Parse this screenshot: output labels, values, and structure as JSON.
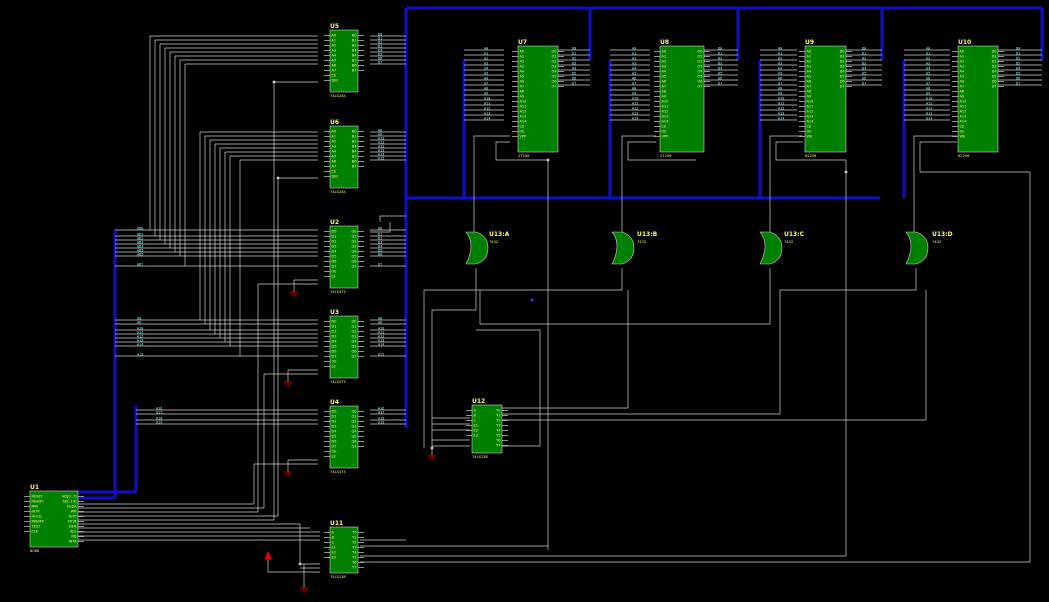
{
  "colors": {
    "background": "#000000",
    "chip": "#008000",
    "bus": "#1010c8",
    "wire": "#cfcfcf",
    "label": "#ffff66",
    "net": "#80ffff",
    "power": "#e00000"
  },
  "chips": [
    {
      "ref": "U5",
      "type": "74LS245",
      "left": [
        "A0",
        "A1",
        "A2",
        "A3",
        "A4",
        "A5",
        "A6",
        "A7",
        "CE",
        "DIR"
      ],
      "right": [
        "B0",
        "B1",
        "B2",
        "B3",
        "B4",
        "B5",
        "B6",
        "B7"
      ]
    },
    {
      "ref": "U6",
      "type": "74LS245",
      "left": [
        "A0",
        "A1",
        "A2",
        "A3",
        "A4",
        "A5",
        "A6",
        "A7",
        "CE",
        "DIR"
      ],
      "right": [
        "B0",
        "B1",
        "B2",
        "B3",
        "B4",
        "B5",
        "B6",
        "B7"
      ]
    },
    {
      "ref": "U2",
      "type": "74LS373",
      "left": [
        "D0",
        "D1",
        "D2",
        "D3",
        "D4",
        "D5",
        "D6",
        "D7",
        "OE",
        "LE"
      ],
      "right": [
        "Q0",
        "Q1",
        "Q2",
        "Q3",
        "Q4",
        "Q5",
        "Q6",
        "Q7"
      ]
    },
    {
      "ref": "U3",
      "type": "74LS373",
      "left": [
        "D0",
        "D1",
        "D2",
        "D3",
        "D4",
        "D5",
        "D6",
        "D7",
        "OE",
        "LE"
      ],
      "right": [
        "Q0",
        "Q1",
        "Q2",
        "Q3",
        "Q4",
        "Q5",
        "Q6",
        "Q7"
      ]
    },
    {
      "ref": "U4",
      "type": "74LS373",
      "left": [
        "D0",
        "D1",
        "D2",
        "D3",
        "D4",
        "D5",
        "D6",
        "D7",
        "OE",
        "LE"
      ],
      "right": [
        "Q0",
        "Q1",
        "Q2",
        "Q3",
        "Q4",
        "Q5",
        "Q6",
        "Q7"
      ]
    },
    {
      "ref": "U7",
      "type": "27256",
      "left": [
        "A0",
        "A1",
        "A2",
        "A3",
        "A4",
        "A5",
        "A6",
        "A7",
        "A8",
        "A9",
        "A10",
        "A11",
        "A12",
        "A13",
        "A14",
        "CE",
        "OE",
        "VPP"
      ],
      "right": [
        "O0",
        "O1",
        "O2",
        "O3",
        "O4",
        "O5",
        "O6",
        "O7"
      ]
    },
    {
      "ref": "U8",
      "type": "27256",
      "left": [
        "A0",
        "A1",
        "A2",
        "A3",
        "A4",
        "A5",
        "A6",
        "A7",
        "A8",
        "A9",
        "A10",
        "A11",
        "A12",
        "A13",
        "A14",
        "CE",
        "OE",
        "VPP"
      ],
      "right": [
        "O0",
        "O1",
        "O2",
        "O3",
        "O4",
        "O5",
        "O6",
        "O7"
      ]
    },
    {
      "ref": "U9",
      "type": "62256",
      "left": [
        "A0",
        "A1",
        "A2",
        "A3",
        "A4",
        "A5",
        "A6",
        "A7",
        "A8",
        "A9",
        "A10",
        "A11",
        "A12",
        "A13",
        "A14",
        "CE",
        "OE",
        "WE"
      ],
      "right": [
        "D0",
        "D1",
        "D2",
        "D3",
        "D4",
        "D5",
        "D6",
        "D7"
      ]
    },
    {
      "ref": "U10",
      "type": "62256",
      "left": [
        "A0",
        "A1",
        "A2",
        "A3",
        "A4",
        "A5",
        "A6",
        "A7",
        "A8",
        "A9",
        "A10",
        "A11",
        "A12",
        "A13",
        "A14",
        "CE",
        "OE",
        "WE"
      ],
      "right": [
        "D0",
        "D1",
        "D2",
        "D3",
        "D4",
        "D5",
        "D6",
        "D7"
      ]
    },
    {
      "ref": "U12",
      "type": "74LS138",
      "left": [
        "A",
        "B",
        "C",
        "E1",
        "E2",
        "E3"
      ],
      "right": [
        "Y0",
        "Y1",
        "Y2",
        "Y3",
        "Y4",
        "Y5",
        "Y6",
        "Y7"
      ]
    },
    {
      "ref": "U11",
      "type": "74LS138",
      "left": [
        "A",
        "B",
        "C",
        "E1",
        "E2",
        "E3"
      ],
      "right": [
        "Y0",
        "Y1",
        "Y2",
        "Y3",
        "Y4",
        "Y5",
        "Y6",
        "Y7"
      ]
    },
    {
      "ref": "U1",
      "type": "8088",
      "left": [
        "RESET",
        "READY",
        "NMI",
        "INTR",
        "HOLD",
        "MN/MX",
        "TEST",
        "CLK"
      ],
      "right": [
        "AD[0..7]",
        "A[8..19]",
        "HLDA",
        "WR",
        "M/IO",
        "DT/R",
        "DEN",
        "ALE",
        "RD",
        "INTA"
      ]
    }
  ],
  "gates": [
    {
      "ref": "U13:A",
      "type": "7432"
    },
    {
      "ref": "U13:B",
      "type": "7432"
    },
    {
      "ref": "U13:C",
      "type": "7432"
    },
    {
      "ref": "U13:D",
      "type": "7432"
    }
  ],
  "nets": {
    "ad": [
      "AD0",
      "AD1",
      "AD2",
      "AD3",
      "AD4",
      "AD5",
      "AD6",
      "AD7"
    ],
    "a_mid": [
      "A8",
      "A9",
      "A10",
      "A11",
      "A12",
      "A13",
      "A14",
      "A15"
    ],
    "a_hi": [
      "A16",
      "A17",
      "A18",
      "A19"
    ],
    "d": [
      "D0",
      "D1",
      "D2",
      "D3",
      "D4",
      "D5",
      "D6",
      "D7"
    ],
    "mem_a": [
      "A0",
      "A1",
      "A2",
      "A3",
      "A4",
      "A5",
      "A6",
      "A7",
      "A8",
      "A9",
      "A10",
      "A11",
      "A12",
      "A13",
      "A14"
    ]
  }
}
